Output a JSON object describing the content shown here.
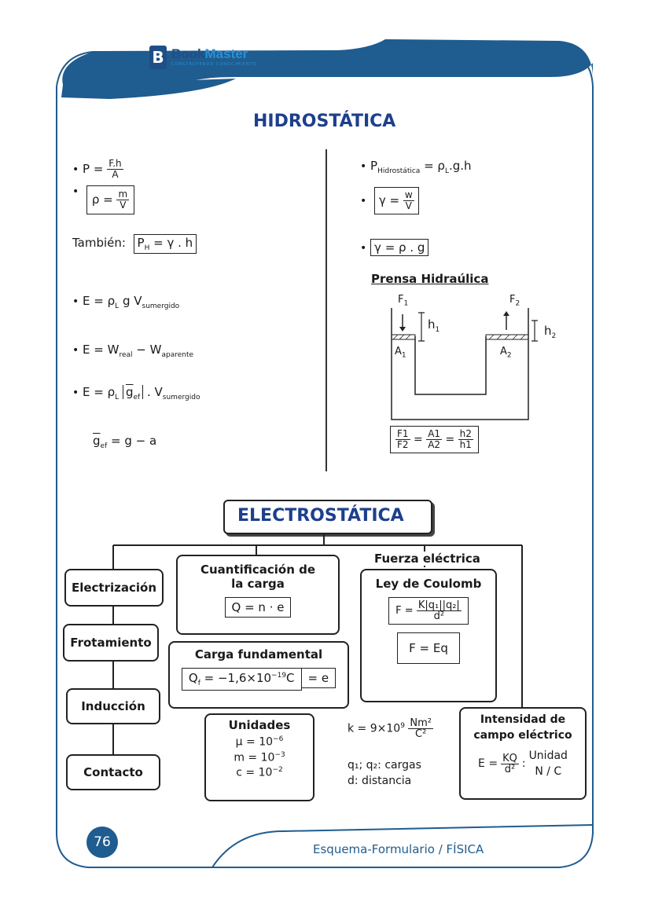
{
  "brand": {
    "name_a": "Book",
    "name_b": "Master",
    "tagline": "CONSTRUYENDO CONOCIMIENTO"
  },
  "hidro": {
    "title": "HIDROSTÁTICA",
    "p_formula": {
      "lhs": "P =",
      "num": "F.h",
      "den": "A"
    },
    "rho": {
      "lhs": "ρ =",
      "num": "m",
      "den": "V"
    },
    "tambien_label": "También:",
    "ph": "P",
    "ph_sub": "H",
    "ph_rest": " = γ . h",
    "e1": "E = ρ",
    "e1_sub_l": "L",
    "e1_mid": " g V",
    "e1_sub": "sumergido",
    "e2": "E = W",
    "e2_sub1": "real",
    "e2_mid": " − W",
    "e2_sub2": "aparente",
    "e3": "E = ρ",
    "e3_sub_l": "L",
    "e3_g": "g",
    "e3_gsub": "ef",
    "e3_mid": " . V",
    "e3_sub": "sumergido",
    "gef": "g",
    "gef_sub": "ef",
    "gef_rest": " =  g  −  a",
    "ph2": "P",
    "ph2_sub": "Hidrostática",
    "ph2_rest": " = ρ",
    "ph2_sub_l": "L",
    "ph2_end": ".g.h",
    "gamma1": {
      "lhs": "γ =",
      "num": "w",
      "den": "V"
    },
    "gamma2": "γ = ρ . g",
    "prensa_title": "Prensa Hidraúlica",
    "prensa": {
      "F1": "F",
      "F1s": "1",
      "F2": "F",
      "F2s": "2",
      "h1": "h",
      "h1s": "1",
      "h2": "h",
      "h2s": "2",
      "A1": "A",
      "A1s": "1",
      "A2": "A",
      "A2s": "2"
    },
    "prensa_eq": {
      "a_num": "F1",
      "a_den": "F2",
      "b_num": "A1",
      "b_den": "A2",
      "c_num": "h2",
      "c_den": "h1"
    }
  },
  "electro": {
    "title": "ELECTROSTÁTICA",
    "electrizacion": "Electrización",
    "frotamiento": "Frotamiento",
    "induccion": "Inducción",
    "contacto": "Contacto",
    "cuant_title_1": "Cuantificación de",
    "cuant_title_2": "la carga",
    "cuant_eq": "Q = n · e",
    "carga_title": "Carga fundamental",
    "carga_eq": "Q",
    "carga_eq_sub": "f",
    "carga_eq_rest": " = −1,6×10",
    "carga_eq_sup": "−19",
    "carga_eq_end": "C",
    "carga_eq_tail": "= e",
    "unidades_title": "Unidades",
    "u1": "μ = 10",
    "u1s": "−6",
    "u2": "m = 10",
    "u2s": "−3",
    "u3": "c = 10",
    "u3s": "−2",
    "fuerza_title": "Fuerza eléctrica",
    "coulomb_title": "Ley de Coulomb",
    "coulomb_lhs": "F =",
    "coulomb_num": "K|q₁||q₂|",
    "coulomb_den": "d²",
    "feq": "F = Eq",
    "k_line": "k = 9×10",
    "k_sup": "9",
    "k_unit_num": "Nm²",
    "k_unit_den": "C²",
    "q_line": "q₁; q₂: cargas",
    "d_line": "d:  distancia",
    "intensidad_1": "Intensidad de",
    "intensidad_2": "campo eléctrico",
    "e_lhs": "E =",
    "e_num": "KQ",
    "e_den": "d²",
    "unidad_1": "Unidad",
    "unidad_2": "N / C"
  },
  "footer": {
    "page": "76",
    "text": "Esquema-Formulario / FÍSICA"
  },
  "colors": {
    "frame": "#1f5c8f",
    "title": "#1d3f8c",
    "footer": "#1f5c8f"
  }
}
